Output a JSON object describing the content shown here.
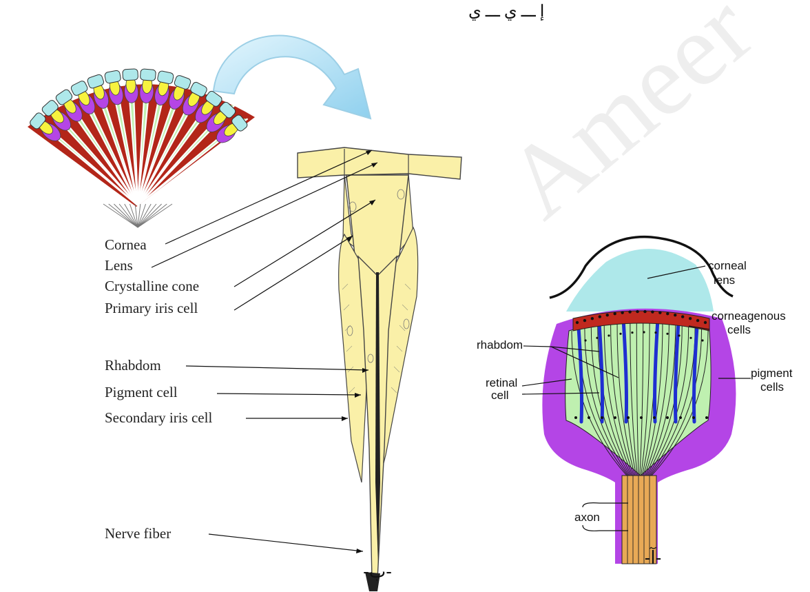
{
  "header_text": "إ ـــ ي ـــ ي",
  "watermark": "Ameer",
  "figure_b": {
    "caption": "-ب-",
    "labels": {
      "cornea": "Cornea",
      "lens": "Lens",
      "crystalline_cone": "Crystalline cone",
      "primary_iris_cell": "Primary iris cell",
      "rhabdom": "Rhabdom",
      "pigment_cell": "Pigment cell",
      "secondary_iris_cell": "Secondary iris cell",
      "nerve_fiber": "Nerve fiber"
    }
  },
  "figure_a": {
    "caption": "-آ-",
    "labels": {
      "corneal": "corneal",
      "lens": "lens",
      "corneagenous": "corneagenous",
      "cells": "cells",
      "rhabdom": "rhabdom",
      "retinal": "retinal",
      "cell": "cell",
      "pigment": "pigment",
      "pigment_cells": "cells",
      "axon": "axon"
    }
  },
  "colors": {
    "arrow": "#bde6f6",
    "cornea_a": "#aee8ea",
    "pigment_a": "#b445e6",
    "retina_a": "#bff0b0",
    "rhabdom_a": "#1f2fd1",
    "corneagenous_a": "#c0291f",
    "axon_a": "#e8a956",
    "ommatidium_yellow": "#faf0a8",
    "fan_red": "#b32619",
    "fan_purple": "#b545e6",
    "fan_yellow": "#f7f23e",
    "fan_green": "#bff0b0",
    "fan_cyan": "#aee8ea"
  }
}
